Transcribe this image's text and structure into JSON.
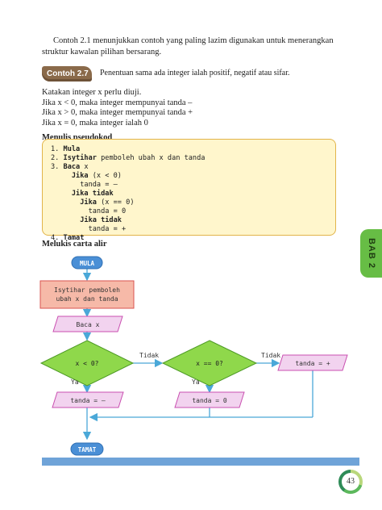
{
  "intro": {
    "line1": "Contoh 2.1 menunjukkan contoh yang paling lazim digunakan untuk menerangkan",
    "line2": "struktur kawalan pilihan bersarang."
  },
  "example": {
    "badge": "Contoh 2.7",
    "text": "Penentuan sama ada integer ialah positif, negatif atau sifar."
  },
  "conditions": [
    "Katakan integer x perlu diuji.",
    "Jika x < 0, maka integer mempunyai tanda –",
    "Jika x > 0, maka integer mempunyai tanda +",
    "Jika x = 0, maka integer ialah 0"
  ],
  "pseudocode": {
    "heading": "Menulis pseudokod",
    "lines": [
      {
        "num": "1.",
        "bold": "Mula",
        "rest": "",
        "indent": 0
      },
      {
        "num": "2.",
        "bold": "Isytihar",
        "rest": " pemboleh ubah x dan tanda",
        "indent": 0
      },
      {
        "num": "3.",
        "bold": "Baca",
        "rest": " x",
        "indent": 0
      },
      {
        "num": "",
        "bold": "Jika",
        "rest": " (x < 0)",
        "indent": 1
      },
      {
        "num": "",
        "bold": "",
        "rest": "tanda = –",
        "indent": 2
      },
      {
        "num": "",
        "bold": "Jika tidak",
        "rest": "",
        "indent": 1
      },
      {
        "num": "",
        "bold": "Jika",
        "rest": " (x == 0)",
        "indent": 2
      },
      {
        "num": "",
        "bold": "",
        "rest": "tanda = 0",
        "indent": 3
      },
      {
        "num": "",
        "bold": "Jika tidak",
        "rest": "",
        "indent": 2
      },
      {
        "num": "",
        "bold": "",
        "rest": "tanda = +",
        "indent": 3
      },
      {
        "num": "4.",
        "bold": "Tamat",
        "rest": "",
        "indent": 0
      }
    ]
  },
  "flowchart": {
    "heading": "Melukis carta alir",
    "start": "MULA",
    "declare_line1": "Isytihar pemboleh",
    "declare_line2": "ubah x dan tanda",
    "read": "Baca x",
    "cond1": "x < 0?",
    "cond2": "x == 0?",
    "no_label": "Tidak",
    "yes_label": "Ya",
    "out_neg": "tanda = –",
    "out_zero": "tanda = 0",
    "out_pos": "tanda = +",
    "end": "TAMAT"
  },
  "side_tab": "BAB 2",
  "page_number": "43",
  "colors": {
    "terminal": "#4a8fd6",
    "process_fill": "#f6b9a8",
    "process_border": "#d9534f",
    "io_fill": "#f2d3ef",
    "io_border": "#c94fb0",
    "decision_fill": "#8fd84b",
    "decision_border": "#4d9a25",
    "arrow": "#4aa8d8"
  }
}
